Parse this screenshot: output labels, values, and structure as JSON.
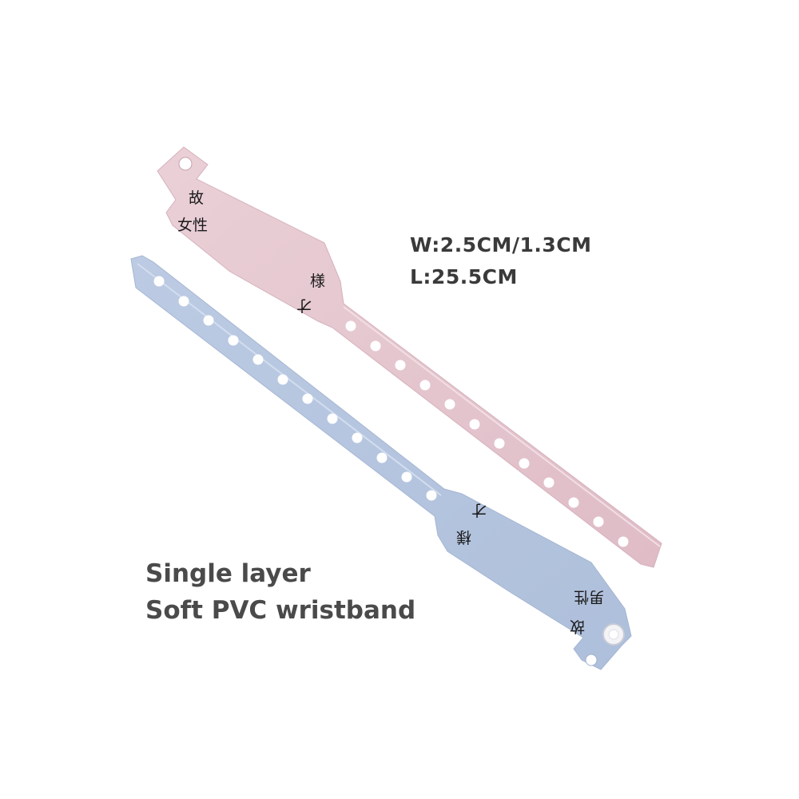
{
  "specs": {
    "width": "W:2.5CM/1.3CM",
    "length": "L:25.5CM"
  },
  "description": {
    "line1": "Single layer",
    "line2": "Soft PVC wristband"
  },
  "bands": {
    "pink": {
      "color": "#e6c9d1",
      "text": [
        "故",
        "女性",
        "様",
        "才"
      ]
    },
    "blue": {
      "color": "#b9c8e1",
      "text": [
        "才",
        "様",
        "男性",
        "故"
      ]
    }
  }
}
